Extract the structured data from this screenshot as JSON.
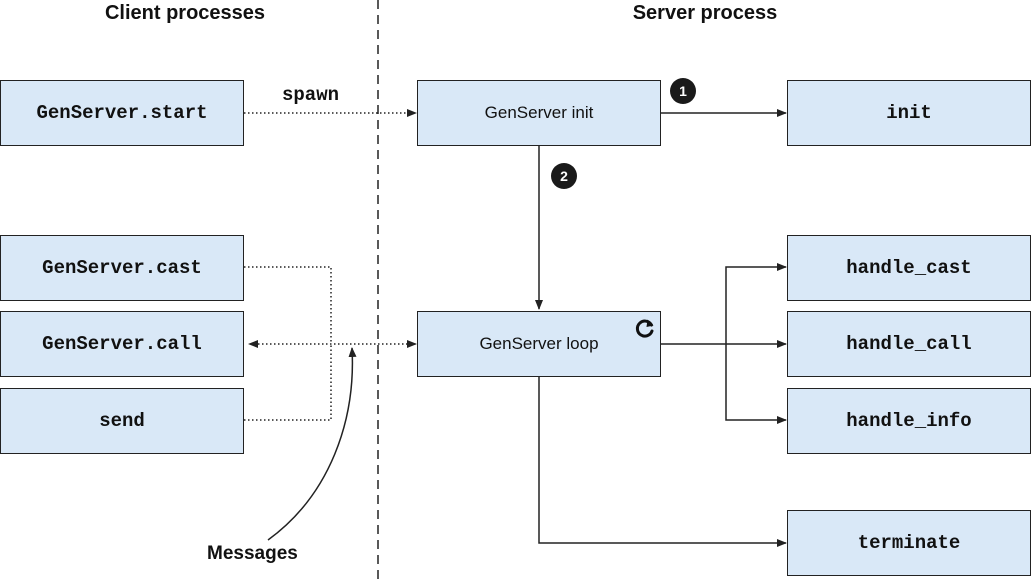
{
  "headers": {
    "client": "Client processes",
    "server": "Server process"
  },
  "boxes": {
    "start": "GenServer.start",
    "cast": "GenServer.cast",
    "call": "GenServer.call",
    "send": "send",
    "init_proc": "GenServer init",
    "loop_proc": "GenServer loop",
    "init_cb": "init",
    "handle_cast": "handle_cast",
    "handle_call": "handle_call",
    "handle_info": "handle_info",
    "terminate": "terminate"
  },
  "labels": {
    "spawn": "spawn",
    "messages": "Messages"
  },
  "badges": {
    "one": "1",
    "two": "2"
  },
  "icons": {
    "loop": "refresh-icon"
  },
  "colors": {
    "box_fill": "#d9e8f7",
    "stroke": "#222222"
  }
}
